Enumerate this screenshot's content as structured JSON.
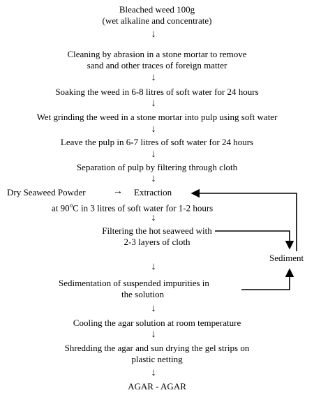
{
  "steps": {
    "s1": [
      "Bleached weed 100g",
      "(wet alkaline and concentrate)"
    ],
    "s2": [
      "Cleaning by abrasion in a stone mortar to remove",
      "sand and other traces of foreign matter"
    ],
    "s3": "Soaking the weed in 6-8 litres of soft water for 24 hours",
    "s4": "Wet grinding the weed in a stone mortar into pulp using soft water",
    "s5": "Leave the pulp in 6-7 litres of soft water for 24 hours",
    "s6": "Separation of pulp by filtering through cloth",
    "s7_left": "Dry Seaweed Powder",
    "s7_arrow": "→",
    "s7_main": "Extraction",
    "s7_sub_pre": "at 90",
    "s7_sub_sup": "o",
    "s7_sub_post": "C in 3 litres of soft water for 1-2 hours",
    "s8": [
      "Filtering the hot seaweed with",
      "2-3 layers of cloth"
    ],
    "s9": [
      "Sedimentation of suspended impurities in",
      "the solution"
    ],
    "s10": "Cooling the agar solution at room temperature",
    "s11": [
      "Shredding the agar and sun drying the gel strips on",
      "plastic netting"
    ],
    "s12": "AGAR - AGAR"
  },
  "side": {
    "sediment": "Sediment"
  },
  "arrow_glyph": "↓"
}
